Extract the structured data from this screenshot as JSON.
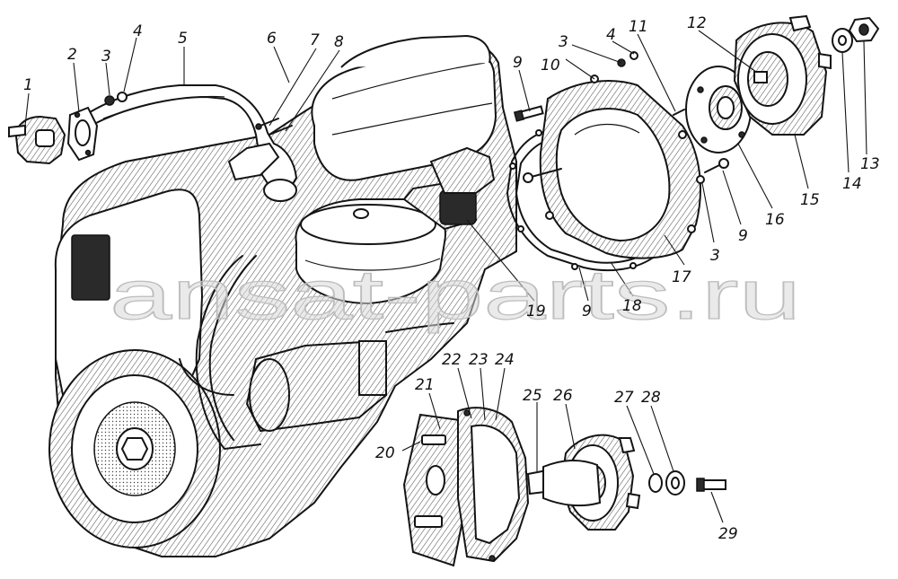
{
  "watermark": "ansat-parts.ru",
  "callouts": [
    {
      "id": "1",
      "text": "1"
    },
    {
      "id": "2",
      "text": "2"
    },
    {
      "id": "3a",
      "text": "3"
    },
    {
      "id": "4a",
      "text": "4"
    },
    {
      "id": "5",
      "text": "5"
    },
    {
      "id": "6",
      "text": "6"
    },
    {
      "id": "7",
      "text": "7"
    },
    {
      "id": "8",
      "text": "8"
    },
    {
      "id": "9a",
      "text": "9"
    },
    {
      "id": "10",
      "text": "10"
    },
    {
      "id": "3b",
      "text": "3"
    },
    {
      "id": "4b",
      "text": "4"
    },
    {
      "id": "11",
      "text": "11"
    },
    {
      "id": "12",
      "text": "12"
    },
    {
      "id": "13",
      "text": "13"
    },
    {
      "id": "14",
      "text": "14"
    },
    {
      "id": "15",
      "text": "15"
    },
    {
      "id": "16",
      "text": "16"
    },
    {
      "id": "9b",
      "text": "9"
    },
    {
      "id": "3c",
      "text": "3"
    },
    {
      "id": "17",
      "text": "17"
    },
    {
      "id": "18",
      "text": "18"
    },
    {
      "id": "9c",
      "text": "9"
    },
    {
      "id": "19",
      "text": "19"
    },
    {
      "id": "20",
      "text": "20"
    },
    {
      "id": "21",
      "text": "21"
    },
    {
      "id": "22",
      "text": "22"
    },
    {
      "id": "23",
      "text": "23"
    },
    {
      "id": "24",
      "text": "24"
    },
    {
      "id": "25",
      "text": "25"
    },
    {
      "id": "26",
      "text": "26"
    },
    {
      "id": "27",
      "text": "27"
    },
    {
      "id": "28",
      "text": "28"
    },
    {
      "id": "29",
      "text": "29"
    }
  ]
}
